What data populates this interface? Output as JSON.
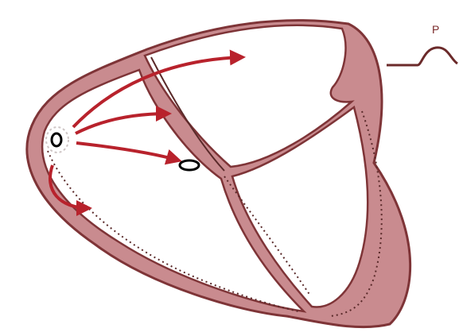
{
  "diagram": {
    "ecg_wave_label": "P",
    "colors": {
      "myocardium": "#c98b8f",
      "outline": "#7e3437",
      "chamber": "#ffffff",
      "arrow": "#b8222c",
      "conduction_path": "#5a2a2a",
      "node": "#000000"
    },
    "nodes": [
      "sinoatrial-node",
      "atrioventricular-node"
    ],
    "impulse_arrow_count": 4
  }
}
